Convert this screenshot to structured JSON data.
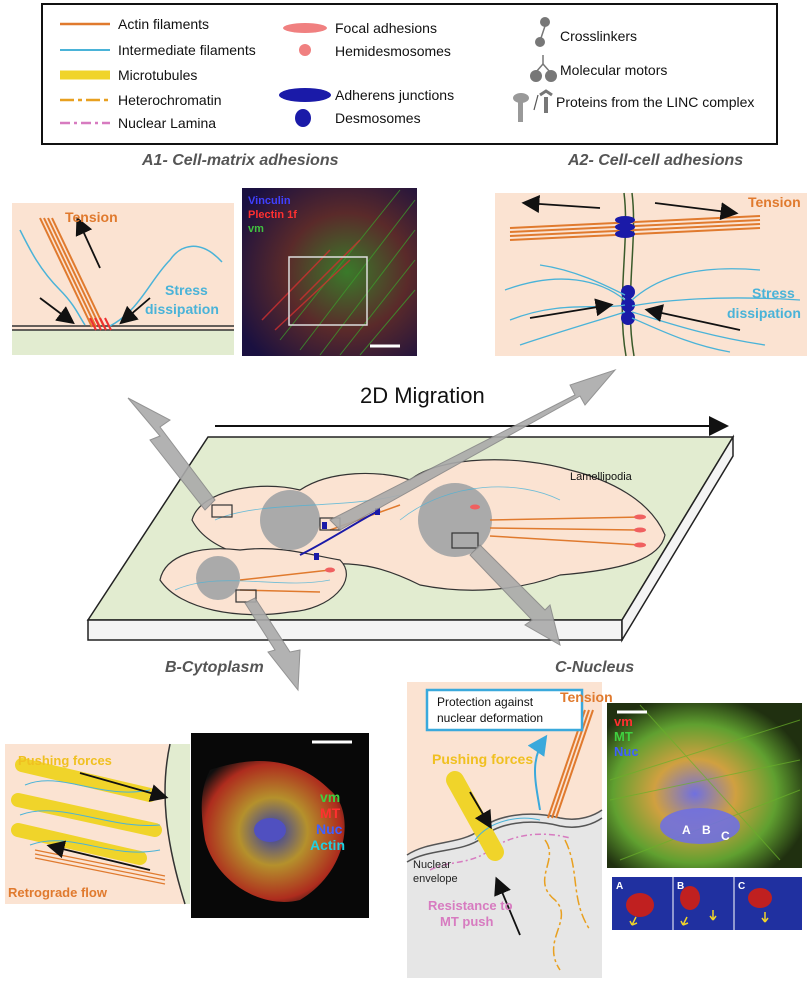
{
  "legend": {
    "col1": [
      "Actin filaments",
      "Intermediate filaments",
      "Microtubules",
      "Heterochromatin",
      "Nuclear Lamina"
    ],
    "col2": [
      "Focal adhesions",
      "Hemidesmosomes",
      "Adherens junctions",
      "Desmosomes"
    ],
    "col3": [
      "Crosslinkers",
      "Molecular motors",
      "Proteins from the LINC complex"
    ]
  },
  "sections": {
    "a1_title": "A1- Cell-matrix adhesions",
    "a2_title": "A2- Cell-cell adhesions",
    "b_title": "B-Cytoplasm",
    "c_title": "C-Nucleus",
    "migration": "2D Migration",
    "lamellipodia": "Lamellipodia"
  },
  "panel_a1": {
    "tension": "Tension",
    "stress1": "Stress",
    "stress2": "dissipation",
    "micro_labels": [
      "Vinculin",
      "Plectin 1f",
      "vm"
    ]
  },
  "panel_a2": {
    "tension": "Tension",
    "stress1": "Stress",
    "stress2": "dissipation"
  },
  "panel_b": {
    "pushing": "Pushing forces",
    "retro": "Retrograde flow",
    "micro_labels": [
      "vm",
      "MT",
      "Nuc",
      "Actin"
    ]
  },
  "panel_c": {
    "protection1": "Protection against",
    "protection2": "nuclear deformation",
    "tension": "Tension",
    "pushing": "Pushing forces",
    "envelope1": "Nuclear",
    "envelope2": "envelope",
    "resistance1": "Resistance to",
    "resistance2": "MT push",
    "micro_labels": [
      "vm",
      "MT",
      "Nuc"
    ],
    "points": [
      "A",
      "B",
      "C"
    ],
    "insets": [
      "A",
      "B",
      "C"
    ]
  },
  "colors": {
    "actin": "#e07a2e",
    "intermediate": "#4ab3d8",
    "microtubule": "#f0d42a",
    "heterochromatin": "#e8a020",
    "lamina": "#d77bc0",
    "adherens": "#1a1aa8",
    "focal": "#f08080",
    "peach": "#fbe3d2",
    "green": "#e2ecd0"
  }
}
